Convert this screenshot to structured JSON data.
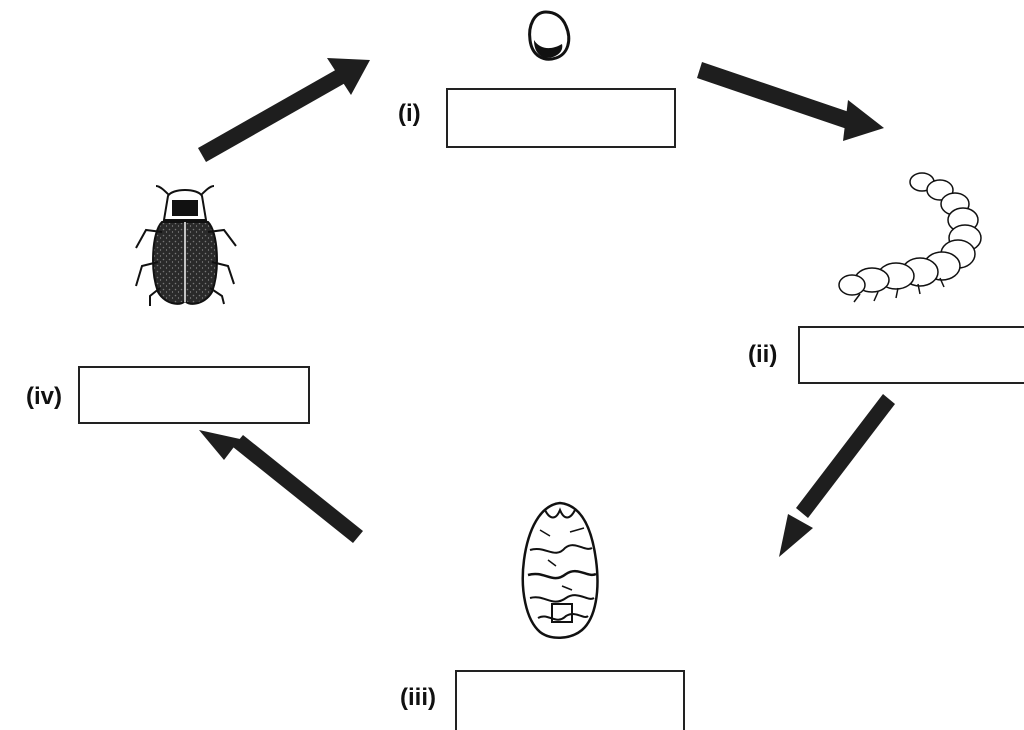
{
  "stages": [
    {
      "id": "i",
      "label": "(i)",
      "organism": "egg"
    },
    {
      "id": "ii",
      "label": "(ii)",
      "organism": "larva"
    },
    {
      "id": "iii",
      "label": "(iii)",
      "organism": "pupa"
    },
    {
      "id": "iv",
      "label": "(iv)",
      "organism": "adult-beetle"
    }
  ],
  "answer_boxes": [
    "",
    "",
    "",
    ""
  ],
  "colors": {
    "arrow": "#1e1e1e",
    "outline": "#222222",
    "background": "#ffffff"
  }
}
